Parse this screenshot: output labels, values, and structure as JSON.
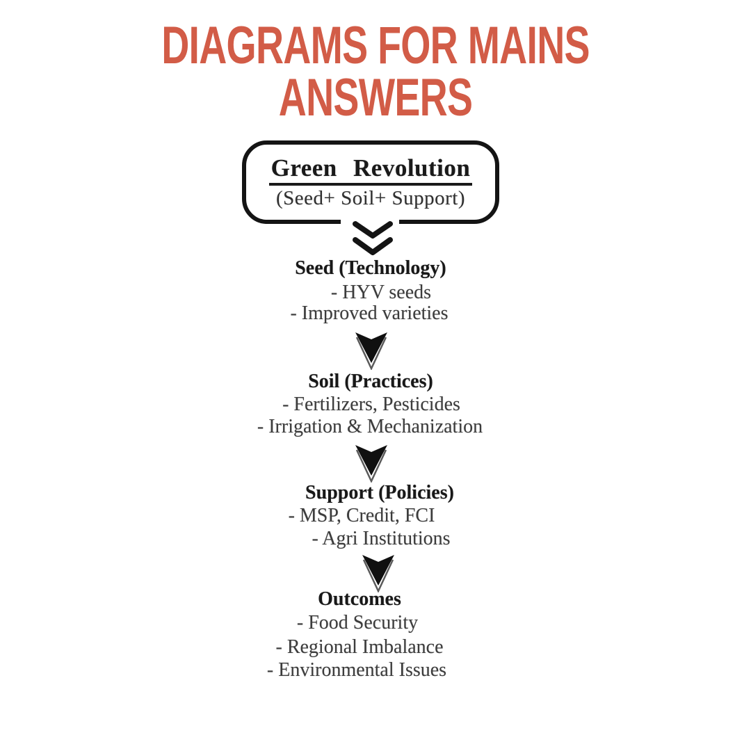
{
  "page": {
    "background_color": "#ffffff"
  },
  "title": {
    "line1": "DIAGRAMS FOR MAINS",
    "line2": "ANSWERS",
    "color": "#d25c47"
  },
  "flowchart": {
    "root": {
      "heading": "Green Revolution",
      "subheading": "(Seed+ Soil+ Support)"
    },
    "sections": [
      {
        "heading": "Seed (Technology)",
        "items": [
          "- HYV seeds",
          "- Improved varieties"
        ]
      },
      {
        "heading": "Soil (Practices)",
        "items": [
          "- Fertilizers, Pesticides",
          "- Irrigation & Mechanization"
        ]
      },
      {
        "heading": "Support (Policies)",
        "items": [
          "- MSP, Credit, FCI",
          "- Agri Institutions"
        ]
      },
      {
        "heading": "Outcomes",
        "items": [
          "- Food Security",
          "- Regional Imbalance",
          "- Environmental Issues"
        ]
      }
    ],
    "colors": {
      "ink": "#141414",
      "body_text": "#3c3c3c",
      "box_border": "#141414"
    },
    "icons": {
      "root_connector": "double-chevron-down-icon",
      "section_connector": "filled-arrow-down-icon"
    }
  }
}
